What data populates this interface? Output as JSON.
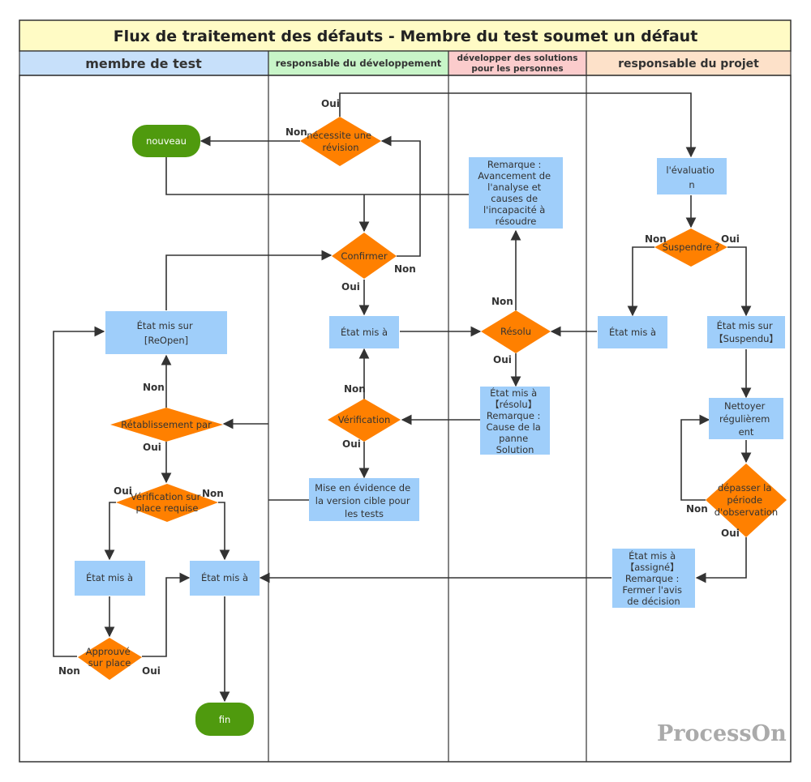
{
  "title": "Flux de traitement des défauts - Membre du test soumet un défaut",
  "lanes": [
    {
      "label": "membre de test"
    },
    {
      "label": "responsable du développement"
    },
    {
      "label": [
        "développer des solutions",
        "pour les personnes"
      ]
    },
    {
      "label": "responsable du projet"
    }
  ],
  "nodes": {
    "nouveau": "nouveau",
    "fin": "fin",
    "revision": [
      "nécessite une",
      "révision"
    ],
    "confirmer": "Confirmer",
    "remarque_analyse": [
      "Remarque :",
      "Avancement de",
      "l'analyse et",
      "causes de",
      "l'incapacité à",
      "résoudre"
    ],
    "evaluation": [
      "l'évaluatio",
      "n"
    ],
    "suspendre": "Suspendre ?",
    "reopen": [
      "État mis sur",
      "[ReOpen]"
    ],
    "etat_dev": "État mis à",
    "resolu": "Résolu",
    "etat_pm": "État mis à",
    "suspendu": [
      "État mis sur",
      "【Suspendu】"
    ],
    "retablissement": "Rétablissement par",
    "verification": "Vérification",
    "resolu_box": [
      "État mis à",
      "【résolu】",
      "Remarque :",
      "Cause de la",
      "panne",
      "Solution"
    ],
    "nettoyer": [
      "Nettoyer",
      "régulièrem",
      "ent"
    ],
    "verif_place": [
      "Vérification sur",
      "place requise"
    ],
    "mise_evidence": [
      "Mise en évidence de",
      "la version cible pour",
      "les tests"
    ],
    "depasser": [
      "dépasser la",
      "période",
      "d'observation"
    ],
    "etat_ma": "État mis à",
    "etat_ma2": "État mis à",
    "assigne": [
      "État mis à",
      "【assigné】",
      "Remarque :",
      "Fermer l'avis",
      "de décision"
    ],
    "approuve": [
      "Approuvé",
      "sur place"
    ]
  },
  "edge_labels": {
    "oui": "Oui",
    "non": "Non"
  },
  "colors": {
    "title_bg": "#fffbc5",
    "lane1_bg": "#c7e0fa",
    "lane2_bg": "#c8f5c8",
    "lane3_bg": "#fbcccc",
    "lane4_bg": "#fde1c9",
    "process": "#9fcefa",
    "decision": "#ff8000",
    "terminal": "#4f9a0e"
  },
  "watermark": "ProcessOn"
}
